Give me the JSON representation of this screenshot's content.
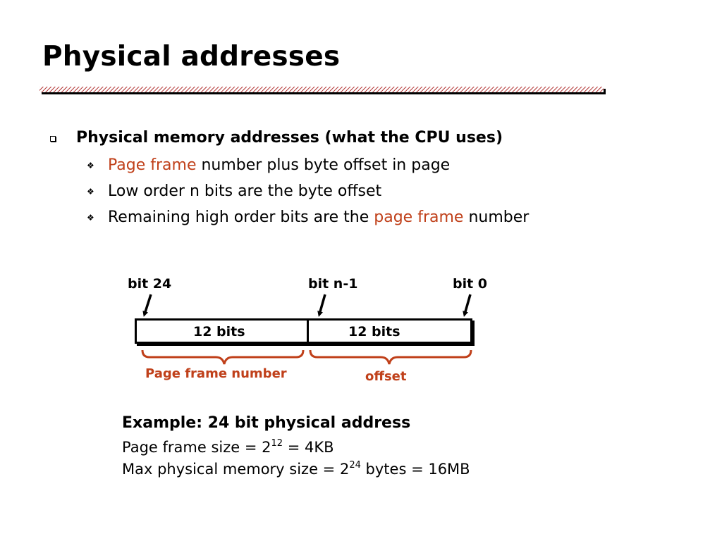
{
  "slide": {
    "title": "Physical addresses"
  },
  "bullets": {
    "main": "Physical memory addresses (what the CPU uses)",
    "sub1": {
      "highlight": "Page frame",
      "rest": " number plus byte offset in page"
    },
    "sub2": "Low order n bits are the byte offset",
    "sub3": {
      "before": "Remaining high order bits are the ",
      "highlight": "page frame",
      "after": " number"
    }
  },
  "diagram": {
    "bit_high_label": "bit 24",
    "bit_mid_label": "bit n-1",
    "bit_low_label": "bit 0",
    "field_left_label": "12 bits",
    "field_right_label": "12 bits",
    "brace_left_label": "Page frame number",
    "brace_right_label": "offset"
  },
  "example": {
    "heading": "Example: 24 bit physical address",
    "line1": {
      "prefix": "Page frame size = 2",
      "exponent": "12",
      "suffix": " = 4KB"
    },
    "line2": {
      "prefix": "Max physical memory size = 2",
      "exponent": "24",
      "suffix": " bytes = 16MB"
    }
  },
  "colors": {
    "accent": "#c0401a",
    "text": "#000000",
    "rule_hatch": "#b03030"
  },
  "icons": {
    "main_bullet": "square-bullet-icon",
    "sub_bullet": "diamond-bullet-icon",
    "pointer": "arrow-icon"
  }
}
